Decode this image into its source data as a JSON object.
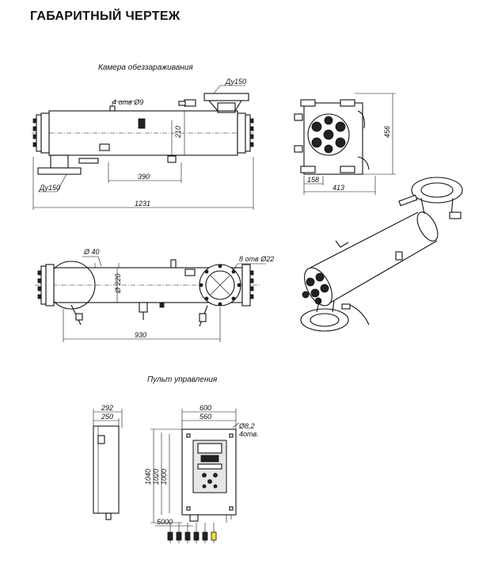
{
  "title": "ГАБАРИТНЫЙ ЧЕРТЕЖ",
  "chamber": {
    "caption": "Камера обеззараживания",
    "dims": {
      "du150_top": "Ду150",
      "holes_4x9": "4 отв Ø9",
      "height_210": "210",
      "d_390": "390",
      "du150_bottom": "Ду150",
      "length_1231": "1231",
      "side_456": "456",
      "side_158": "158",
      "side_413": "413",
      "d_40": "Ø 40",
      "d_220": "Ø 220",
      "holes_8x22": "8 отв Ø22",
      "d_930": "930"
    }
  },
  "panel": {
    "caption": "Пульт управления",
    "dims": {
      "w_292": "292",
      "w_250": "250",
      "w_600": "600",
      "w_560": "560",
      "holes": "Ø8,2",
      "holes_count": "4отв.",
      "h_1040": "1040",
      "h_1020": "1020",
      "h_1000": "1000",
      "cable_5000": "5000"
    }
  }
}
